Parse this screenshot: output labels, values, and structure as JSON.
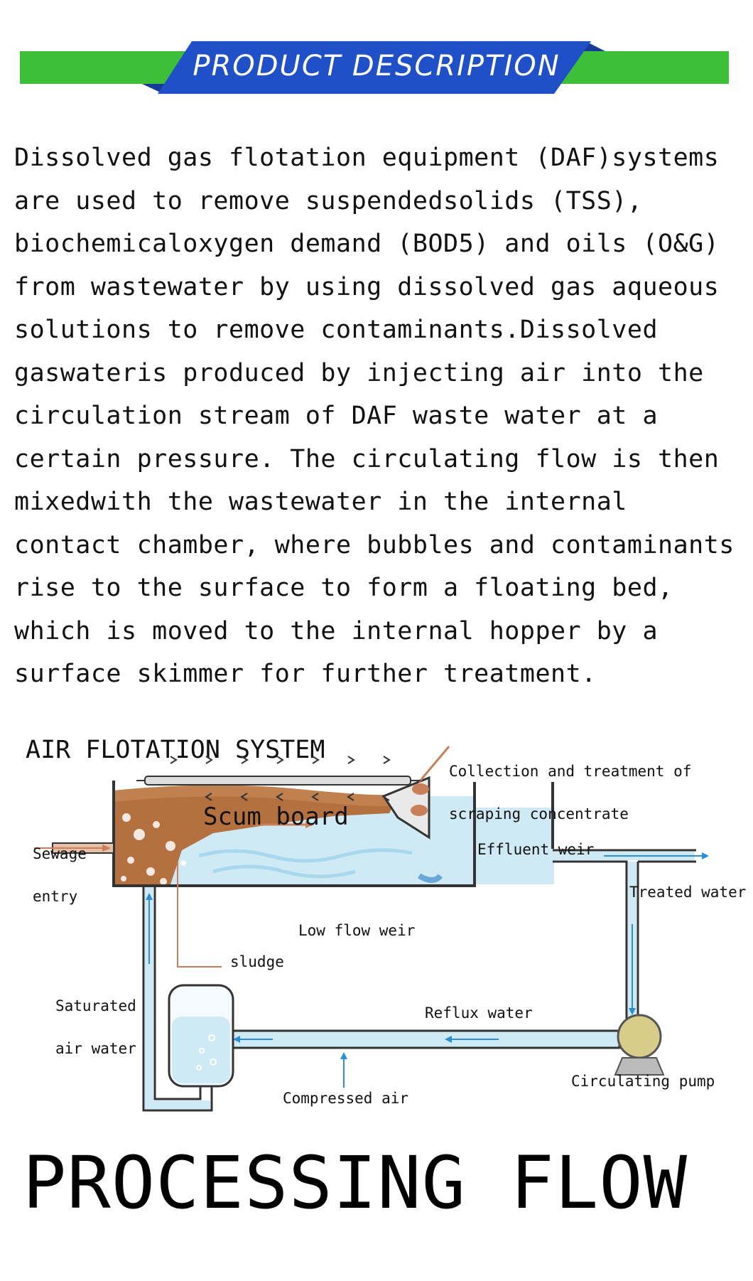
{
  "header": {
    "title": "PRODUCT DESCRIPTION",
    "colors": {
      "bar": "#3dbf3a",
      "badge": "#1f50c8",
      "badge_edge": "#163a99"
    }
  },
  "description": {
    "text": "Dissolved gas flotation equipment (DAF)systems\n are used to remove suspendedsolids (TSS),\n biochemicaloxygen demand (BOD5) and oils (O&G)\n from wastewater by using dissolved gas aqueous\n solutions to remove contaminants.Dissolved\ngaswateris produced by injecting air into the\ncirculation stream of DAF waste water at a\ncertain pressure. The circulating flow is then\n mixedwith the wastewater in the internal\ncontact chamber, where bubbles and contaminants\n rise to the surface to form a floating bed,\nwhich is moved to the internal hopper by a\nsurface skimmer for further treatment."
  },
  "diagram": {
    "title": "AIR FLOTATION SYSTEM",
    "labels": {
      "collection_line1": "Collection and treatment of",
      "collection_line2": "scraping concentrate",
      "scum_board": "Scum board",
      "sewage_line1": "Sewage",
      "sewage_line2": "entry",
      "effluent_weir": "Effluent weir",
      "treated_water": "Treated water",
      "low_flow_weir": "Low flow weir",
      "sludge": "sludge",
      "saturated_line1": "Saturated",
      "saturated_line2": "air water",
      "reflux_water": "Reflux water",
      "compressed_air": "Compressed air",
      "circulating_pump": "Circulating pump"
    },
    "colors": {
      "water": "#cfeaf5",
      "pipe_edge": "#333333",
      "arrow": "#2a8fd6",
      "sludge": "#b5703f",
      "pump": "#d8cc8a"
    }
  },
  "footer": {
    "title": "PROCESSING FLOW"
  }
}
